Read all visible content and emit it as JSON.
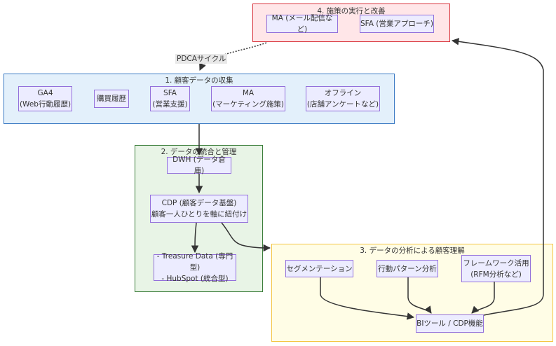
{
  "groups": {
    "collect": {
      "title": "1. 顧客データの収集",
      "nodes": [
        {
          "line1": "GA4",
          "line2": "(Web行動履歴)"
        },
        {
          "line1": "購買履歴",
          "line2": ""
        },
        {
          "line1": "SFA",
          "line2": "(営業支援)"
        },
        {
          "line1": "MA",
          "line2": "(マーケティング施策)"
        },
        {
          "line1": "オフライン",
          "line2": "(店舗アンケートなど)"
        }
      ]
    },
    "integrate": {
      "title": "2. データの統合と管理",
      "nodes": [
        {
          "line1": "DWH (データ倉庫)",
          "line2": ""
        },
        {
          "line1": "CDP (顧客データ基盤)",
          "line2": "顧客一人ひとりを軸に紐付け"
        },
        {
          "line1": "- Treasure Data (専門型)",
          "line2": "- HubSpot (統合型)"
        }
      ]
    },
    "analyze": {
      "title": "3. データの分析による顧客理解",
      "nodes": [
        {
          "line1": "セグメンテーション",
          "line2": ""
        },
        {
          "line1": "行動パターン分析",
          "line2": ""
        },
        {
          "line1": "フレームワーク活用",
          "line2": "(RFM分析など)"
        },
        {
          "line1": "BIツール / CDP機能",
          "line2": ""
        }
      ]
    },
    "execute": {
      "title": "4. 施策の実行と改善",
      "nodes": [
        {
          "line1": "MA (メール配信など)",
          "line2": ""
        },
        {
          "line1": "SFA (営業アプローチ)",
          "line2": ""
        }
      ]
    }
  },
  "edges": {
    "pdca_label": "PDCAサイクル"
  },
  "colors": {
    "node_fill": "#ECECFF",
    "node_border": "#9370DB",
    "edge": "#333333"
  }
}
